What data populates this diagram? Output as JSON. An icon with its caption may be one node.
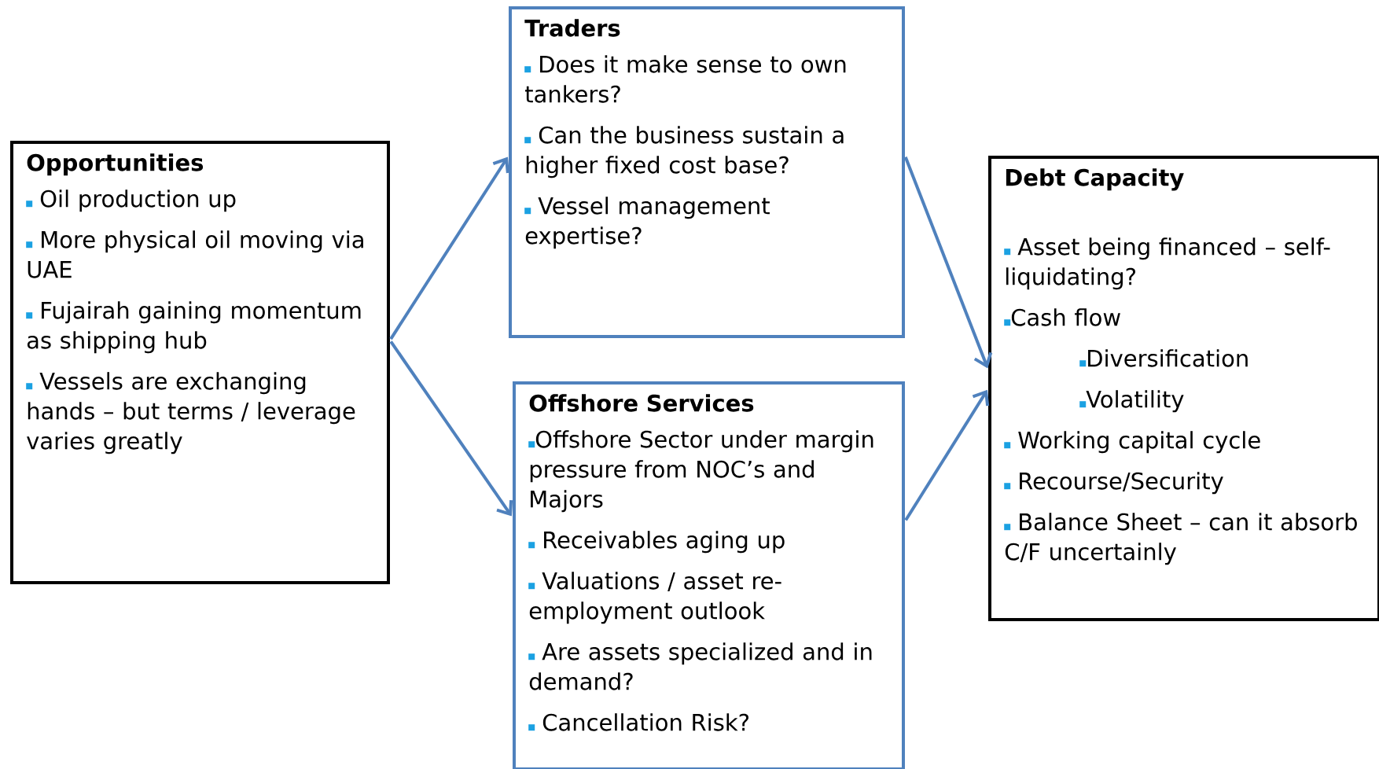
{
  "diagram": {
    "nodes": [
      {
        "text": [
          "Opportunities",
          "Oil production up",
          "More physical oil moving via UAE",
          "Fujairah gaining momentum as shipping hub",
          "Vessels are exchanging hands – but terms / leverage varies greatly"
        ]
      },
      {
        "text": [
          "Traders",
          "Does it make sense to own tankers?",
          "Can the business sustain a higher fixed cost base?",
          "Vessel management expertise?"
        ]
      },
      {
        "text": [
          "Offshore Services",
          "Offshore Sector under margin pressure from NOC’s and Majors",
          "Receivables aging up",
          "Valuations / asset re-employment outlook",
          "Are assets specialized and in demand?",
          "Cancellation Risk?"
        ]
      },
      {
        "text": [
          "Debt Capacity",
          "Asset being financed – self- liquidating?",
          "Cash flow",
          "Diversification",
          "Volatility",
          "Working capital cycle",
          "Recourse/Security",
          "Balance Sheet – can it absorb C/F uncertainly"
        ]
      }
    ],
    "edges": [
      {
        "from": 0,
        "to": 1,
        "arrow": "to"
      },
      {
        "from": 0,
        "to": 2,
        "arrow": "to"
      },
      {
        "from": 1,
        "to": 3,
        "arrow": "to"
      },
      {
        "from": 2,
        "to": 3,
        "arrow": "to"
      }
    ]
  }
}
